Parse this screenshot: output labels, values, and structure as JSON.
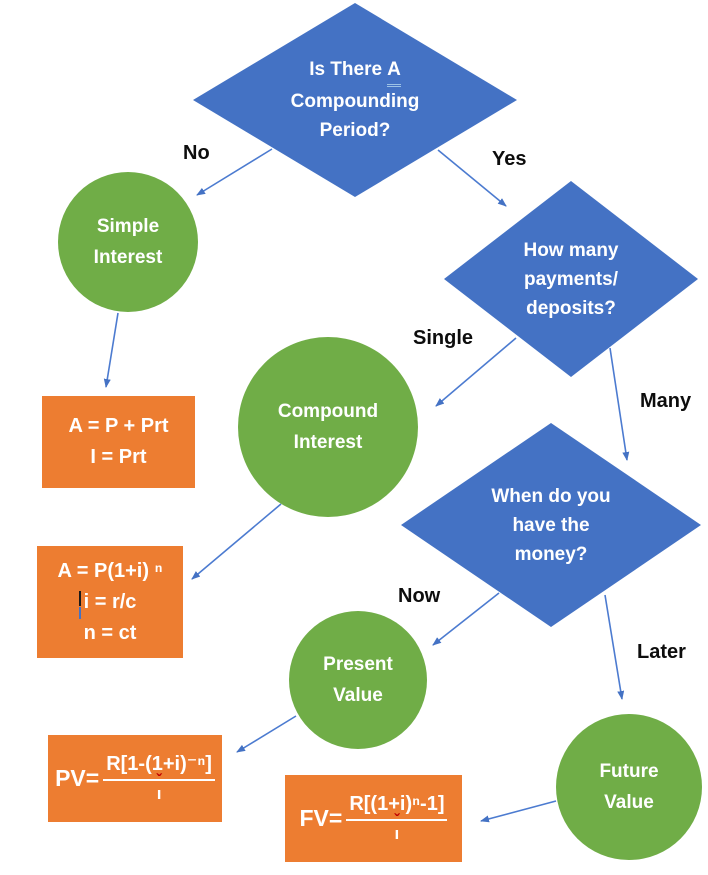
{
  "colors": {
    "diamond_fill": "#4472C4",
    "circle_fill": "#70AD47",
    "box_fill": "#ED7D31",
    "arrow": "#4C7BD0",
    "node_text": "#FFFFFF",
    "label_text": "#0D0D0D",
    "grammar_underline": "#9DC3E6",
    "caret_red": "#C00000"
  },
  "decisions": {
    "compounding": {
      "line1_prefix": "Is There",
      "line1_underlined": "A",
      "line2": "Compounding",
      "line3": "Period?"
    },
    "payments": {
      "line1": "How many",
      "line2": "payments/",
      "line3": "deposits?"
    },
    "when_money": {
      "line1": "When do you",
      "line2": "have the",
      "line3": "money?"
    }
  },
  "outcomes": {
    "simple_interest": {
      "line1": "Simple",
      "line2": "Interest"
    },
    "compound_interest": {
      "line1": "Compound",
      "line2": "Interest"
    },
    "present_value": {
      "line1": "Present",
      "line2": "Value"
    },
    "future_value": {
      "line1": "Future",
      "line2": "Value"
    }
  },
  "formulas": {
    "simple": {
      "line1": "A = P + Prt",
      "line2": "I = Prt"
    },
    "compound": {
      "line1": "A = P(1+i) ⁿ",
      "line2": "i = r/c",
      "line3": "n = ct"
    },
    "present_value": {
      "lhs": "PV=",
      "numerator": "R[1-(1+i)⁻ⁿ]",
      "denominator": "ı",
      "denominator_mark": "ˇ"
    },
    "future_value": {
      "lhs": "FV=",
      "numerator": "R[(1+i)ⁿ-1]",
      "denominator": "ı",
      "denominator_mark": "ˇ"
    }
  },
  "edge_labels": {
    "no": "No",
    "yes": "Yes",
    "single": "Single",
    "many": "Many",
    "now": "Now",
    "later": "Later"
  }
}
